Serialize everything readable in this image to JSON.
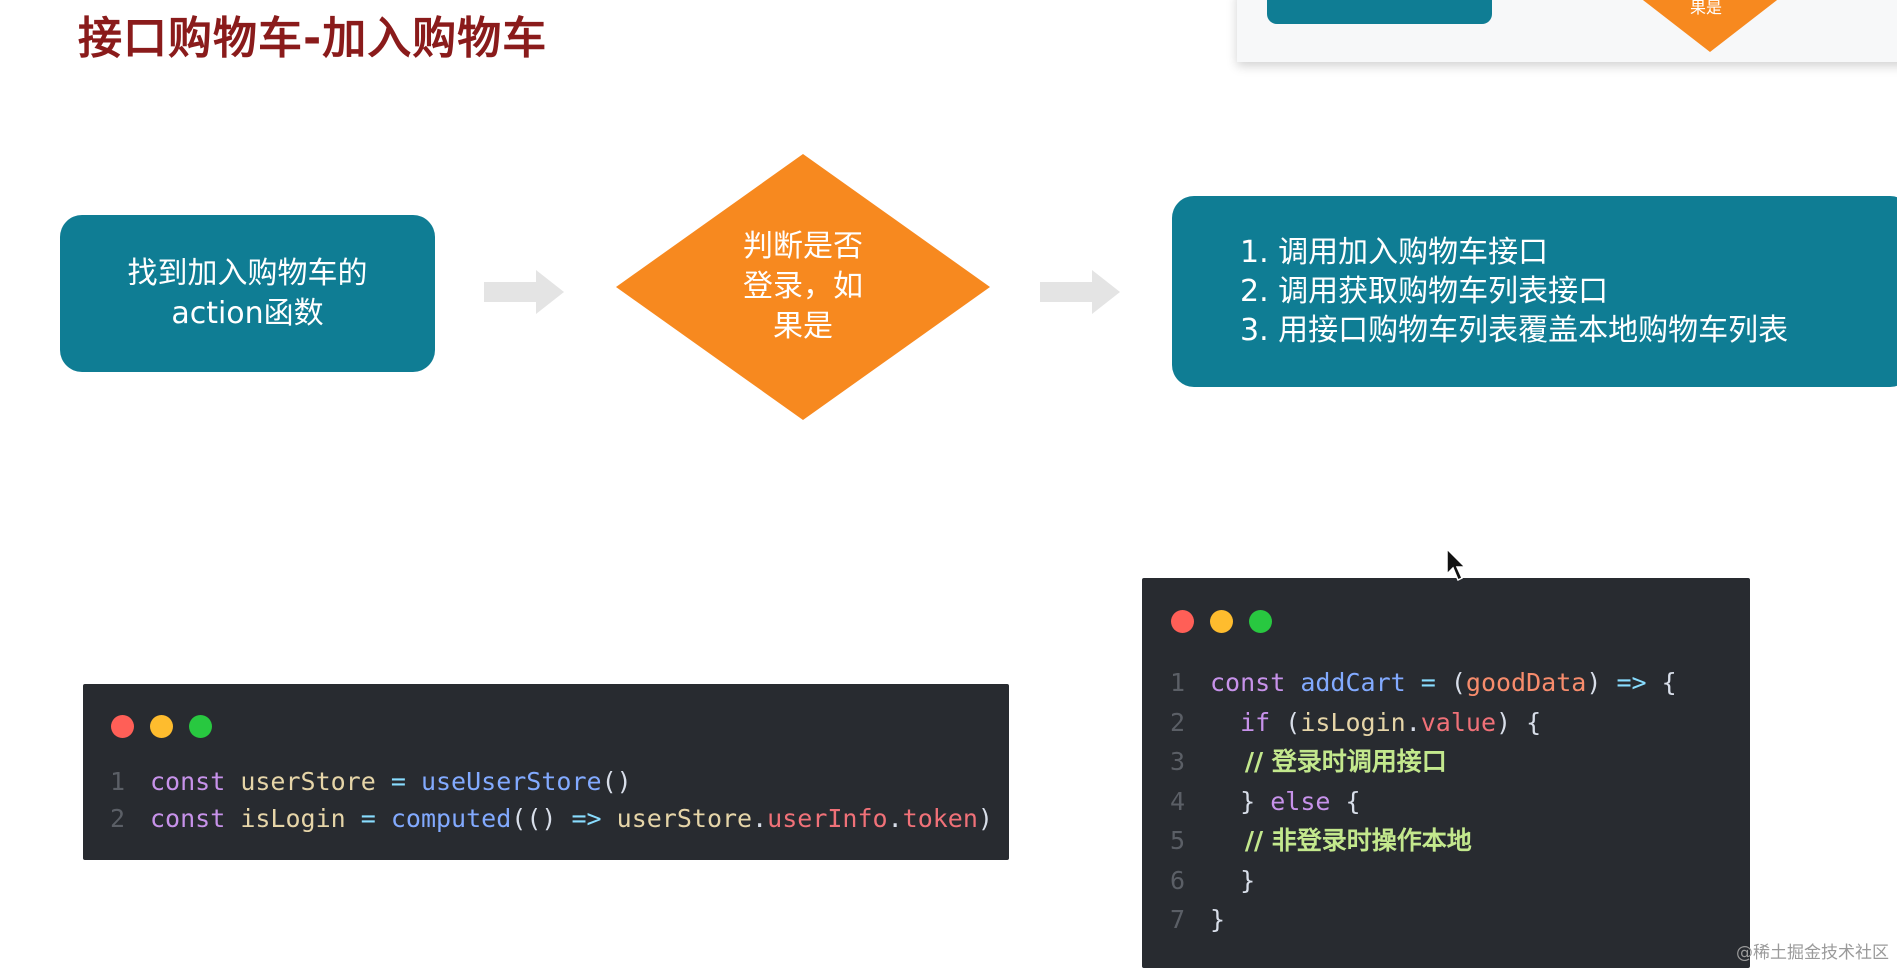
{
  "title": "接口购物车-加入购物车",
  "corner": {
    "diamond_label": "果是"
  },
  "flow": {
    "step1_lines": [
      "找到加入购物车的",
      "action函数"
    ],
    "decision_lines": [
      "判断是否",
      "登录，如",
      "果是"
    ],
    "step3_lines": [
      "1. 调用加入购物车接口",
      "2. 调用获取购物车列表接口",
      "3. 用接口购物车列表覆盖本地购物车列表"
    ]
  },
  "code_a": {
    "lines": [
      {
        "n": "1",
        "tokens": [
          [
            "kw",
            "const "
          ],
          [
            "var",
            "userStore "
          ],
          [
            "op",
            "= "
          ],
          [
            "fn",
            "useUserStore"
          ],
          [
            "punc",
            "()"
          ]
        ]
      },
      {
        "n": "2",
        "tokens": [
          [
            "kw",
            "const "
          ],
          [
            "var",
            "isLogin "
          ],
          [
            "op",
            "= "
          ],
          [
            "fn",
            "computed"
          ],
          [
            "punc",
            "(() "
          ],
          [
            "op",
            "=> "
          ],
          [
            "var",
            "userStore"
          ],
          [
            "punc",
            "."
          ],
          [
            "prop",
            "userInfo"
          ],
          [
            "punc",
            "."
          ],
          [
            "prop",
            "token"
          ],
          [
            "punc",
            ")"
          ]
        ]
      }
    ]
  },
  "code_b": {
    "lines": [
      {
        "n": "1",
        "tokens": [
          [
            "kw",
            "const "
          ],
          [
            "fn",
            "addCart "
          ],
          [
            "op",
            "= "
          ],
          [
            "punc",
            "("
          ],
          [
            "param",
            "goodData"
          ],
          [
            "punc",
            ") "
          ],
          [
            "op",
            "=> "
          ],
          [
            "punc",
            "{"
          ]
        ]
      },
      {
        "n": "2",
        "tokens": [
          [
            "kw",
            "  if "
          ],
          [
            "punc",
            "("
          ],
          [
            "var",
            "isLogin"
          ],
          [
            "punc",
            "."
          ],
          [
            "prop",
            "value"
          ],
          [
            "punc",
            ") {"
          ]
        ]
      },
      {
        "n": "3",
        "tokens": [
          [
            "comment",
            "    // 登录时调用接口"
          ]
        ]
      },
      {
        "n": "4",
        "tokens": [
          [
            "punc",
            "  } "
          ],
          [
            "kw",
            "else "
          ],
          [
            "punc",
            "{"
          ]
        ]
      },
      {
        "n": "5",
        "tokens": [
          [
            "comment",
            "    // 非登录时操作本地"
          ]
        ]
      },
      {
        "n": "6",
        "tokens": [
          [
            "punc",
            "  }"
          ]
        ]
      },
      {
        "n": "7",
        "tokens": [
          [
            "punc",
            "}"
          ]
        ]
      }
    ]
  },
  "watermark": "@稀土掘金技术社区"
}
